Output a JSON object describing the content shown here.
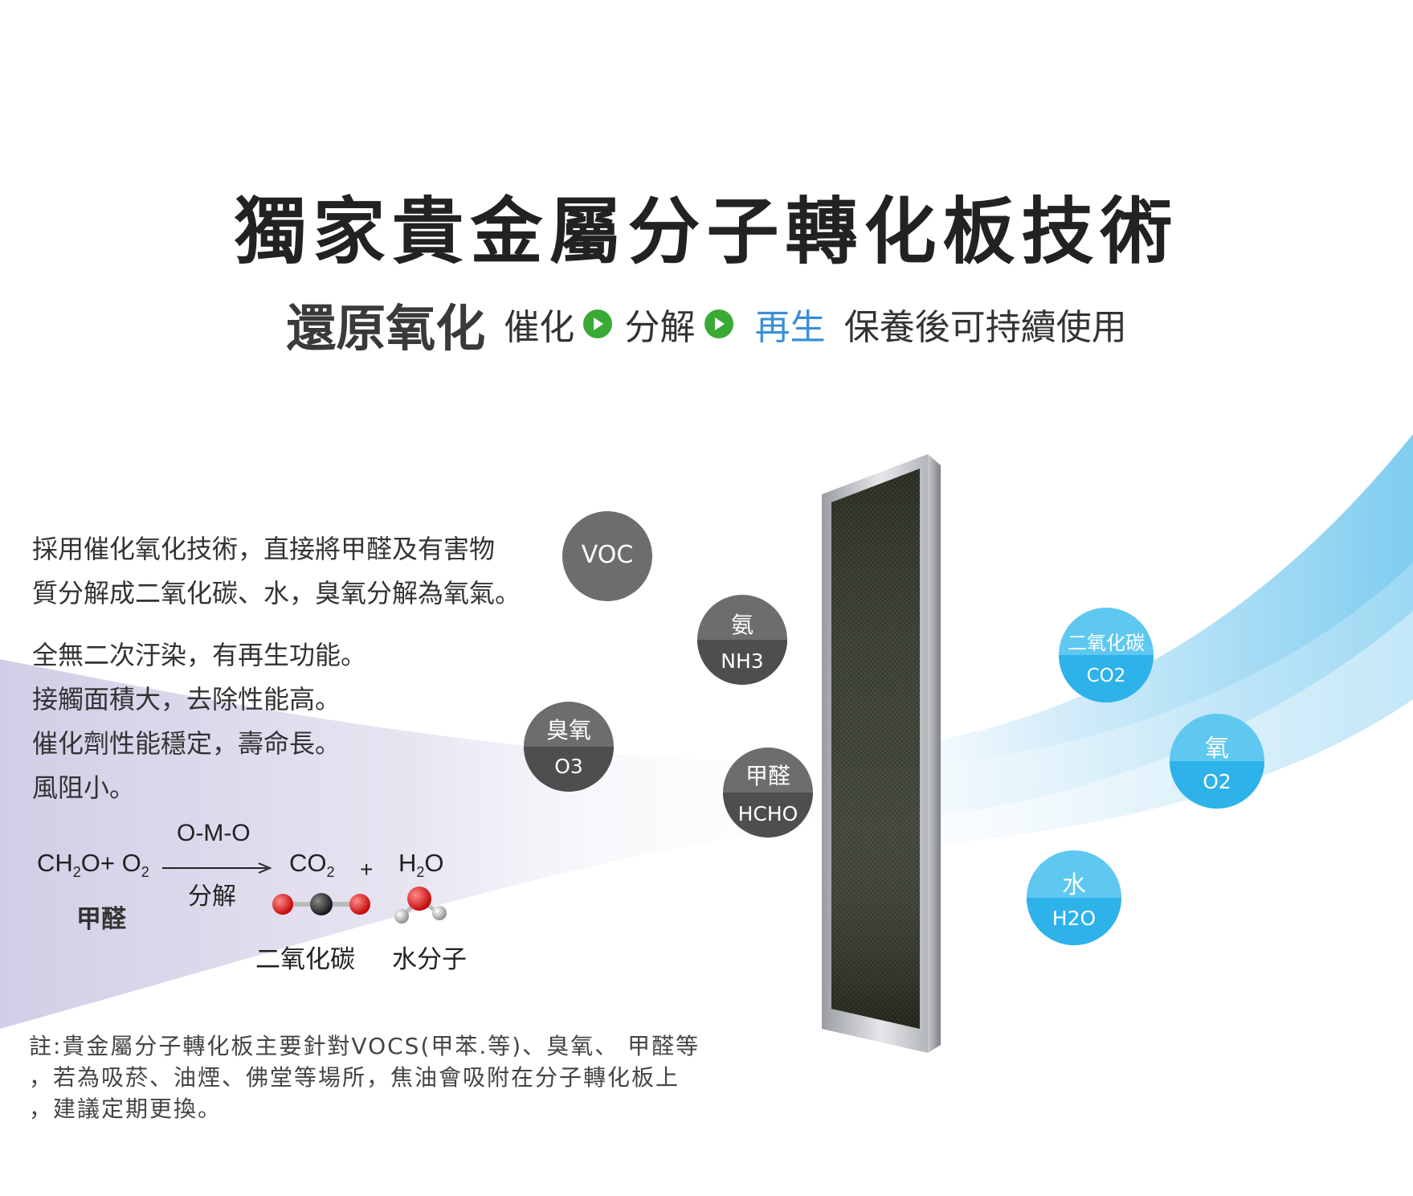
{
  "title": "獨家貴金屬分子轉化板技術",
  "subtitle": {
    "part1": "還原氧化",
    "part2": "催化",
    "part3": "分解",
    "part4": "再生",
    "part5": "保養後可持續使用"
  },
  "description": {
    "line1": "採用催化氧化技術，直接將甲醛及有害物",
    "line2": "質分解成二氧化碳、水，臭氧分解為氧氣。",
    "line3": "全無二次汙染，有再生功能。",
    "line4": "接觸面積大，去除性能高。",
    "line5": "催化劑性能穩定，壽命長。",
    "line6": "風阻小。"
  },
  "pollutants": {
    "voc": "VOC",
    "ammonia_name": "氨",
    "ammonia_formula": "NH3",
    "ozone_name": "臭氧",
    "ozone_formula": "O3",
    "formaldehyde_name": "甲醛",
    "formaldehyde_formula": "HCHO"
  },
  "products": {
    "co2_name": "二氧化碳",
    "co2_formula": "CO2",
    "o2_name": "氧",
    "o2_formula": "O2",
    "water_name": "水",
    "water_formula": "H2O"
  },
  "equation": {
    "catalyst": "O-M-O",
    "reactant_a": "CH",
    "reactant_a_sub": "2",
    "reactant_b": "O+ O",
    "reactant_b_sub": "2",
    "reactant_label": "甲醛",
    "process": "分解",
    "product1": "CO",
    "product1_sub": "2",
    "plus": "+",
    "product2_a": "H",
    "product2_sub": "2",
    "product2_b": "O",
    "label_co2": "二氧化碳",
    "label_water": "水分子"
  },
  "note": {
    "line1": "註:貴金屬分子轉化板主要針對VOCS(甲苯.等)、臭氧、 甲醛等",
    "line2": "，若為吸菸、油煙、佛堂等場所，焦油會吸附在分子轉化板上",
    "line3": "，建議定期更換。"
  },
  "colors": {
    "gray_circle": "#6d6d6d",
    "gray_circle_bottom": "#4e4e4e",
    "blue_circle": "#5ec8f0",
    "blue_circle_bottom": "#2eb2ea",
    "green_arrow": "#3aa935",
    "blue_text": "#3a8fd6"
  }
}
